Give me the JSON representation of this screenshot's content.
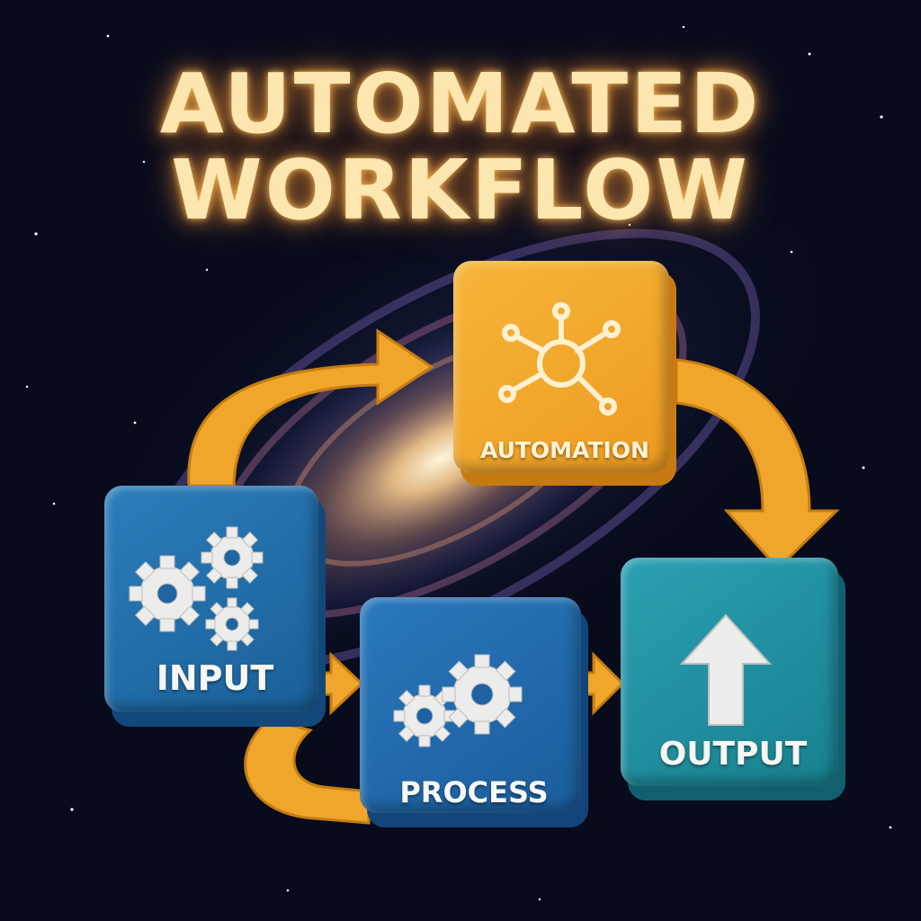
{
  "title": {
    "line1": "AUTOMATED",
    "line2": "WORKFLOW"
  },
  "nodes": {
    "automation": {
      "label": "AUTOMATION",
      "icon": "network-hub-icon",
      "color": "#f2a428"
    },
    "input": {
      "label": "INPUT",
      "icon": "gears-icon",
      "color": "#1e6aa6"
    },
    "process": {
      "label": "PROCESS",
      "icon": "gears-icon",
      "color": "#1f68ab"
    },
    "output": {
      "label": "OUTPUT",
      "icon": "upload-arrow-icon",
      "color": "#1c8aa0"
    }
  },
  "colors": {
    "arrow": "#f0a62a",
    "background": "#070b1c",
    "title_glow": "#ffb04a"
  }
}
